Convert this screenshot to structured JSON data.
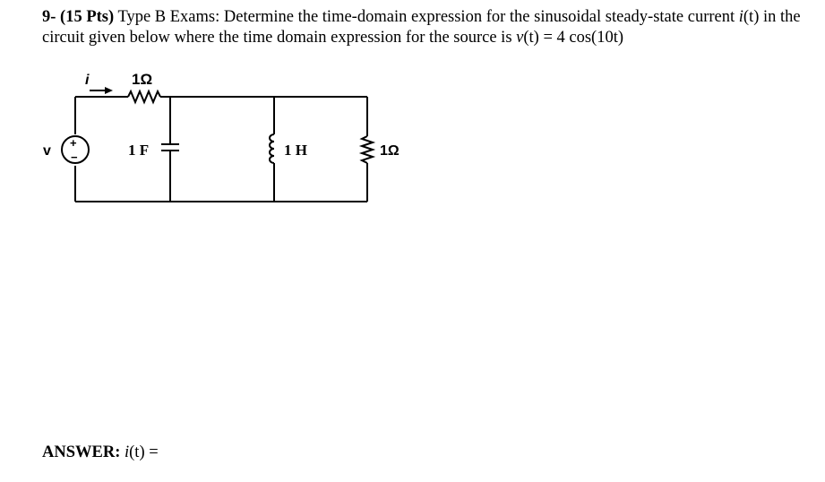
{
  "question": {
    "number": "9- (15 Pts)",
    "text_1": " Type B Exams: Determine the time-domain expression for the sinusoidal steady-state current ",
    "current_symbol": "i",
    "text_2": "(t) in the circuit given below where the time domain expression for the source is ",
    "source_symbol": "v",
    "text_3": "(t) = 4 cos(10t)"
  },
  "circuit": {
    "current_label": "i",
    "series_resistor_label": "1Ω",
    "source_label": "v",
    "source_plus": "+",
    "source_minus": "−",
    "capacitor_label": "1 F",
    "inductor_label": "1 H",
    "shunt_resistor_label": "1Ω"
  },
  "answer": {
    "label": "ANSWER:",
    "expr_symbol": "i",
    "expr_rest": "(t) ="
  }
}
